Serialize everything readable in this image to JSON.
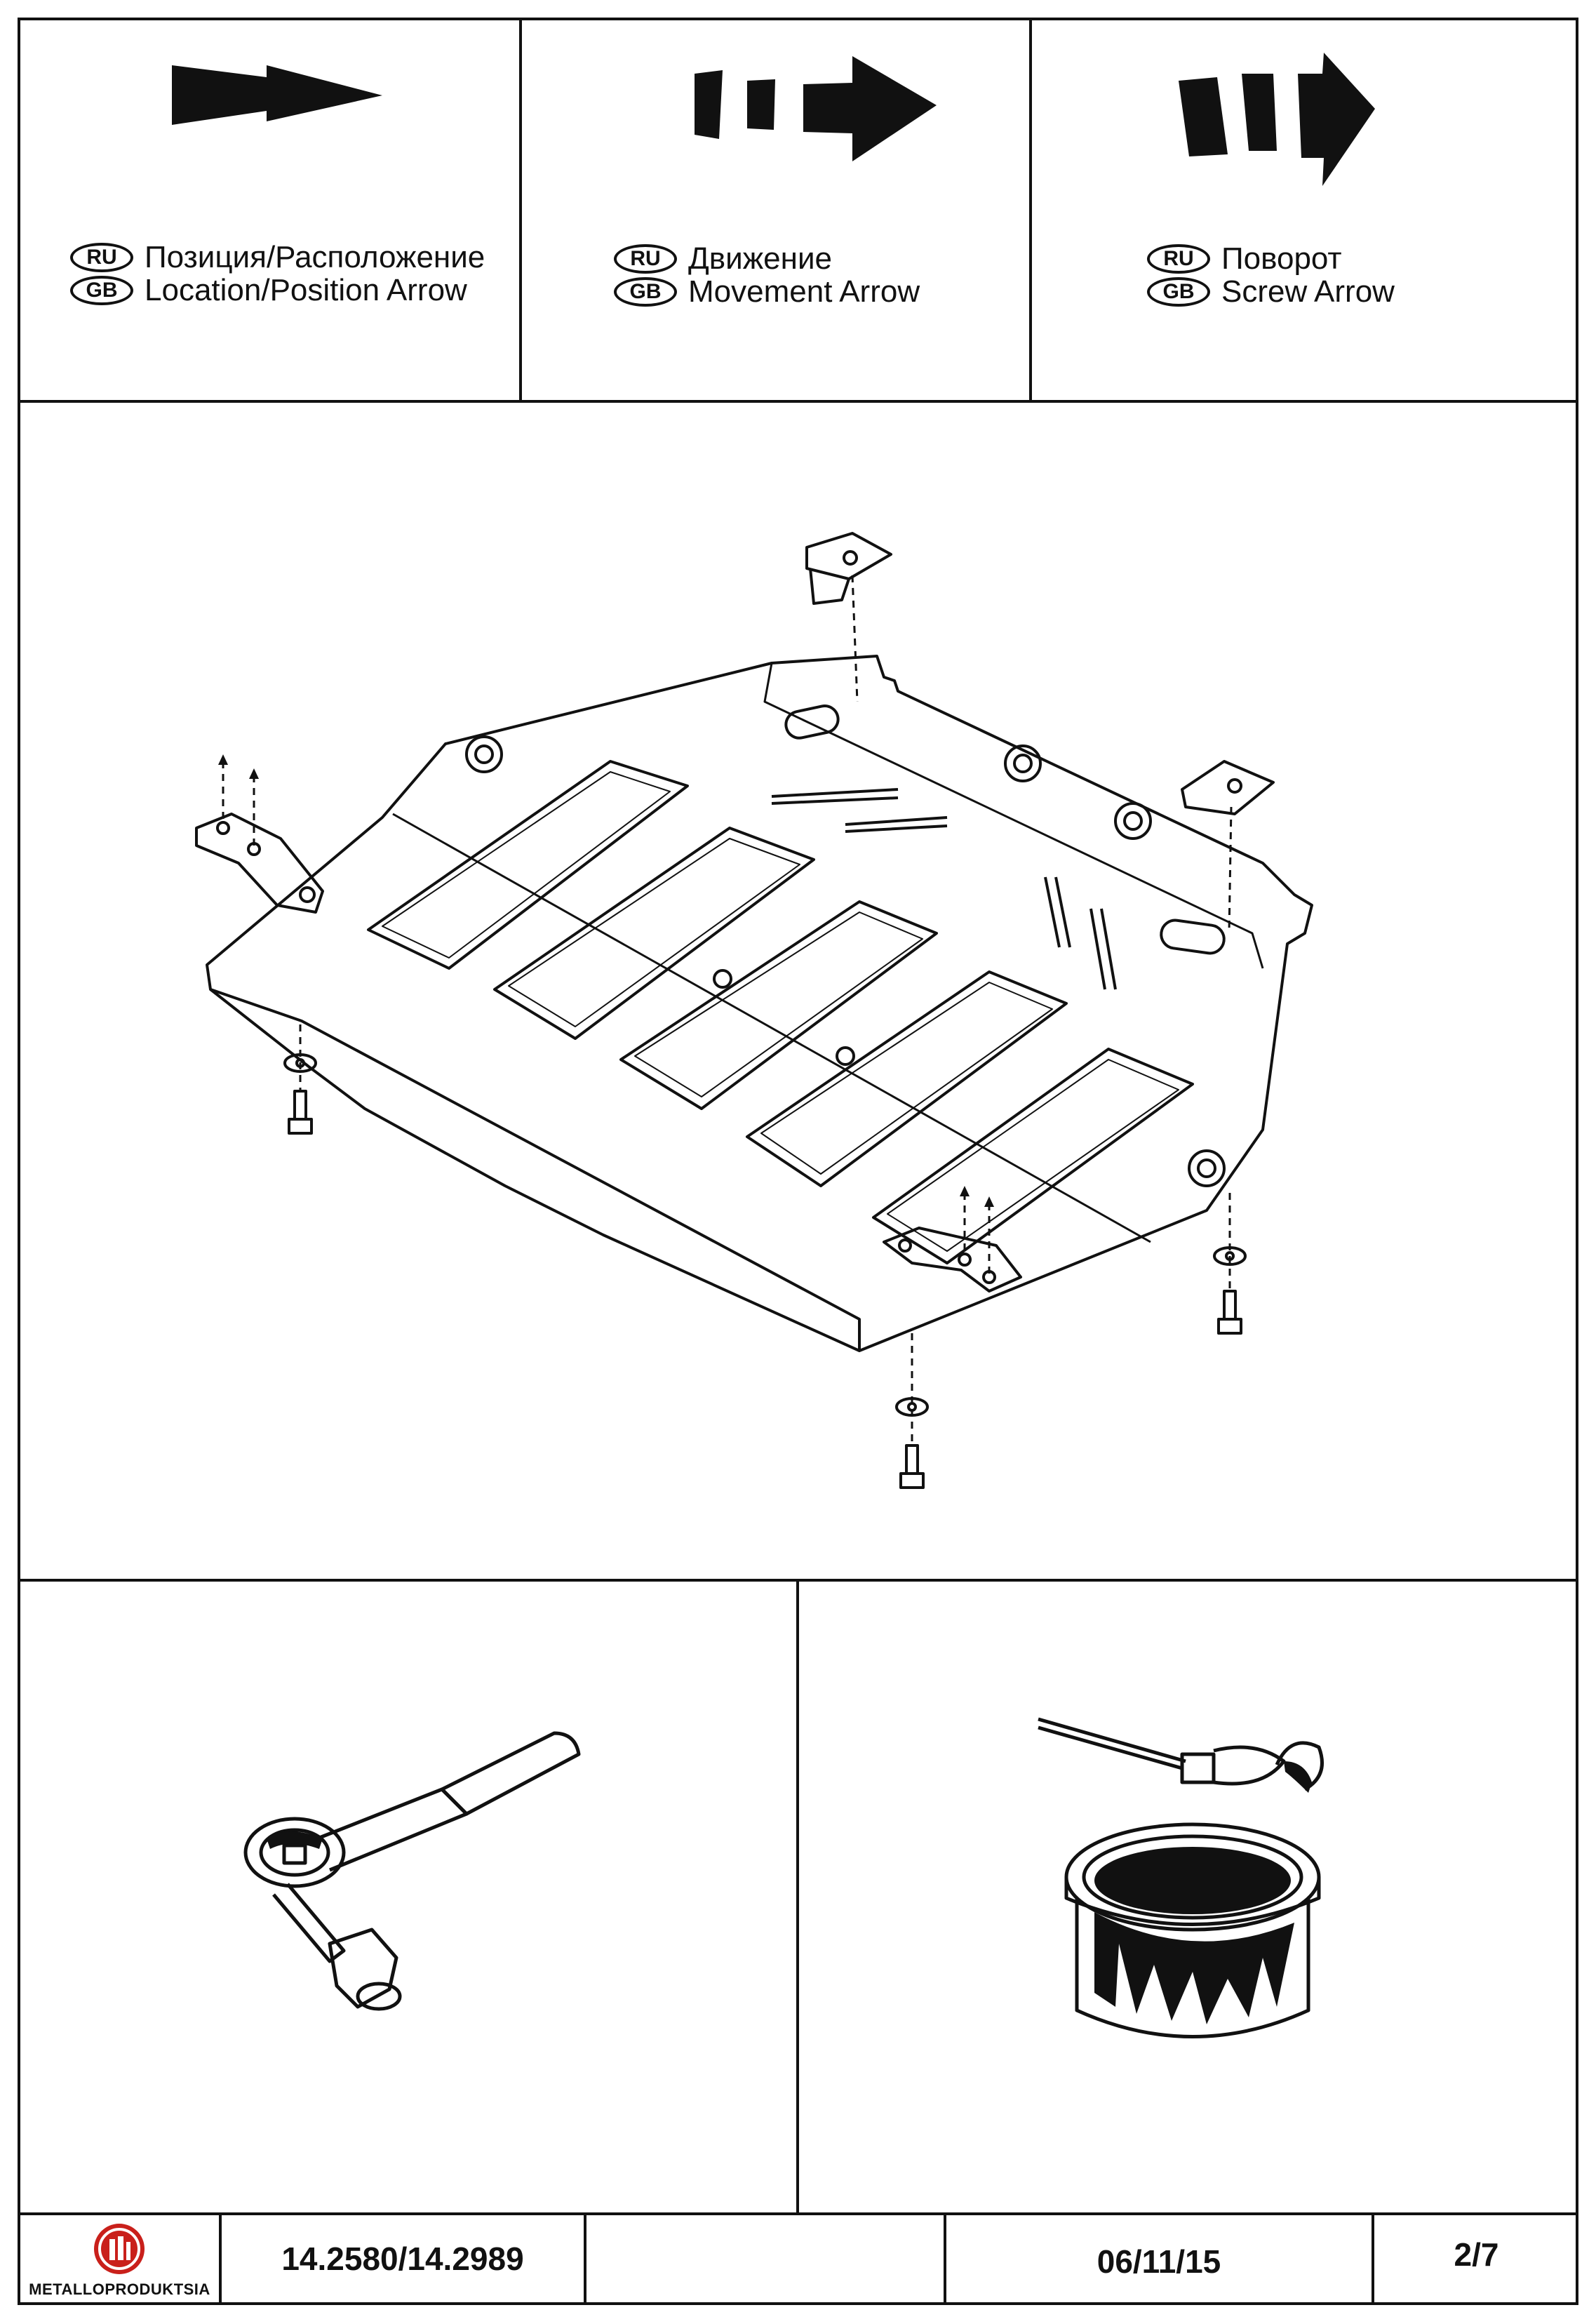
{
  "legend": [
    {
      "ru_badge": "RU",
      "gb_badge": "GB",
      "ru_label": "Позиция/Расположение",
      "gb_label": "Location/Position Arrow",
      "icon": "location-arrow-icon"
    },
    {
      "ru_badge": "RU",
      "gb_badge": "GB",
      "ru_label": "Движение",
      "gb_label": "Movement Arrow",
      "icon": "movement-arrow-icon"
    },
    {
      "ru_badge": "RU",
      "gb_badge": "GB",
      "ru_label": "Поворот",
      "gb_label": "Screw Arrow",
      "icon": "screw-arrow-icon"
    }
  ],
  "diagram": {
    "icon": "skid-plate-assembly-icon"
  },
  "tools": [
    {
      "icon": "ratchet-wrench-icon"
    },
    {
      "icon": "paint-can-brush-icon"
    }
  ],
  "footer": {
    "logo_text": "METALLOPRODUKTSIA",
    "part_number": "14.2580/14.2989",
    "blank": "",
    "date": "06/11/15",
    "page": "2/7"
  }
}
